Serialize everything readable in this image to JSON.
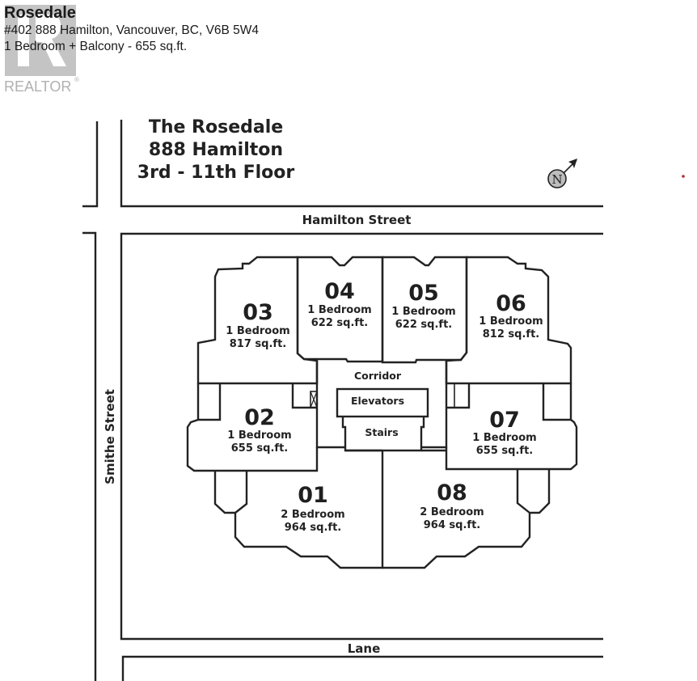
{
  "listing": {
    "name": "Rosedale",
    "address": "#402 888 Hamilton, Vancouver, BC, V6B 5W4",
    "unit_summary": "1 Bedroom + Balcony - 655 sq.ft.",
    "logo_text": "REALTOR",
    "logo_mark": "®"
  },
  "plan": {
    "title_lines": [
      "The Rosedale",
      "888 Hamilton",
      "3rd - 11th Floor"
    ],
    "compass_label": "N",
    "streets": {
      "north": "Hamilton Street",
      "west": "Smithe Street",
      "south": "Lane"
    },
    "core": {
      "corridor": "Corridor",
      "elevators": "Elevators",
      "stairs": "Stairs"
    },
    "units": [
      {
        "number": "01",
        "bedrooms": "2 Bedroom",
        "area": "964 sq.ft."
      },
      {
        "number": "02",
        "bedrooms": "1 Bedroom",
        "area": "655 sq.ft."
      },
      {
        "number": "03",
        "bedrooms": "1 Bedroom",
        "area": "817 sq.ft."
      },
      {
        "number": "04",
        "bedrooms": "1 Bedroom",
        "area": "622 sq.ft."
      },
      {
        "number": "05",
        "bedrooms": "1 Bedroom",
        "area": "622 sq.ft."
      },
      {
        "number": "06",
        "bedrooms": "1 Bedroom",
        "area": "812 sq.ft."
      },
      {
        "number": "07",
        "bedrooms": "1 Bedroom",
        "area": "655 sq.ft."
      },
      {
        "number": "08",
        "bedrooms": "2 Bedroom",
        "area": "964 sq.ft."
      }
    ]
  },
  "colors": {
    "line": "#222222",
    "logo_gray": "#b4b4b4",
    "compass_fill": "#bdbdbd",
    "marker": "#b03030"
  }
}
